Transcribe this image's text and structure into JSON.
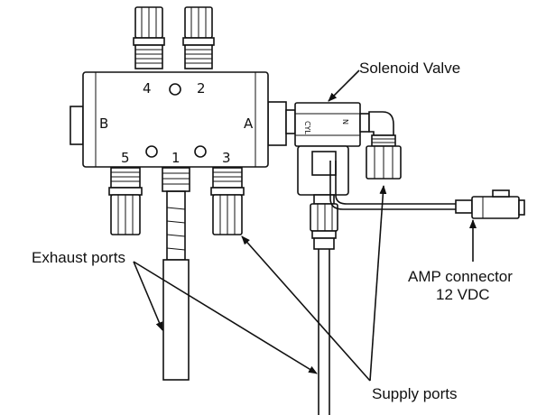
{
  "callouts": {
    "solenoid_valve": "Solenoid Valve",
    "exhaust_ports": "Exhaust ports",
    "amp_connector_line1": "AMP connector",
    "amp_connector_line2": "12 VDC",
    "supply_ports": "Supply ports"
  },
  "manifold": {
    "side_b": "B",
    "side_a": "A",
    "port_4": "4",
    "port_2": "2",
    "port_5": "5",
    "port_1": "1",
    "port_3": "3"
  },
  "solenoid": {
    "mark_left": "CYL",
    "mark_right": "N"
  }
}
